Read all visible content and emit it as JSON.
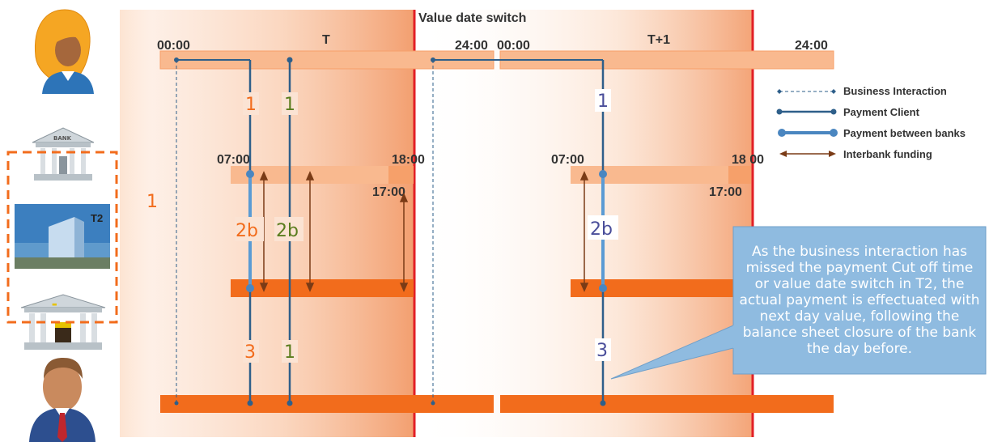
{
  "header": {
    "value_date_switch": "Value date switch",
    "day_t": "T",
    "day_t1": "T+1",
    "time_t_start": "00:00",
    "time_t_end": "24:00",
    "time_t1_start": "00:00",
    "time_t1_end": "24:00"
  },
  "actors": {
    "bank_sign": "BANK",
    "t2_label": "T2",
    "group_step": "1"
  },
  "times": {
    "t_open": "07:00",
    "t_close": "18:00",
    "t_cutoff": "17:00",
    "t1_open": "07:00",
    "t1_close": "18 00",
    "t1_cutoff": "17:00"
  },
  "steps": {
    "orange_1": "1",
    "orange_2b": "2b",
    "orange_3": "3",
    "green_1a": "1",
    "green_2b": "2b",
    "green_1b": "1",
    "blue_1": "1",
    "blue_2b": "2b",
    "blue_3": "3"
  },
  "legend": {
    "items": [
      {
        "label": "Business Interaction"
      },
      {
        "label": "Payment Client"
      },
      {
        "label": "Payment between banks"
      },
      {
        "label": "Interbank funding"
      }
    ]
  },
  "callout": {
    "text": "As the business interaction has missed the payment Cut off time or value date switch in T2, the actual payment is effectuated with next day value, following the balance sheet closure of the bank the day before."
  },
  "colors": {
    "accent_orange": "#f26c1c",
    "light_orange": "#f9b98f",
    "line_blue": "#2e5f8a",
    "red_line": "#e21f26",
    "green_step": "#5a7d1e",
    "purple_step": "#4a4e9a",
    "funding_brown": "#7a3b16",
    "callout_bg": "#8fbbe0"
  }
}
